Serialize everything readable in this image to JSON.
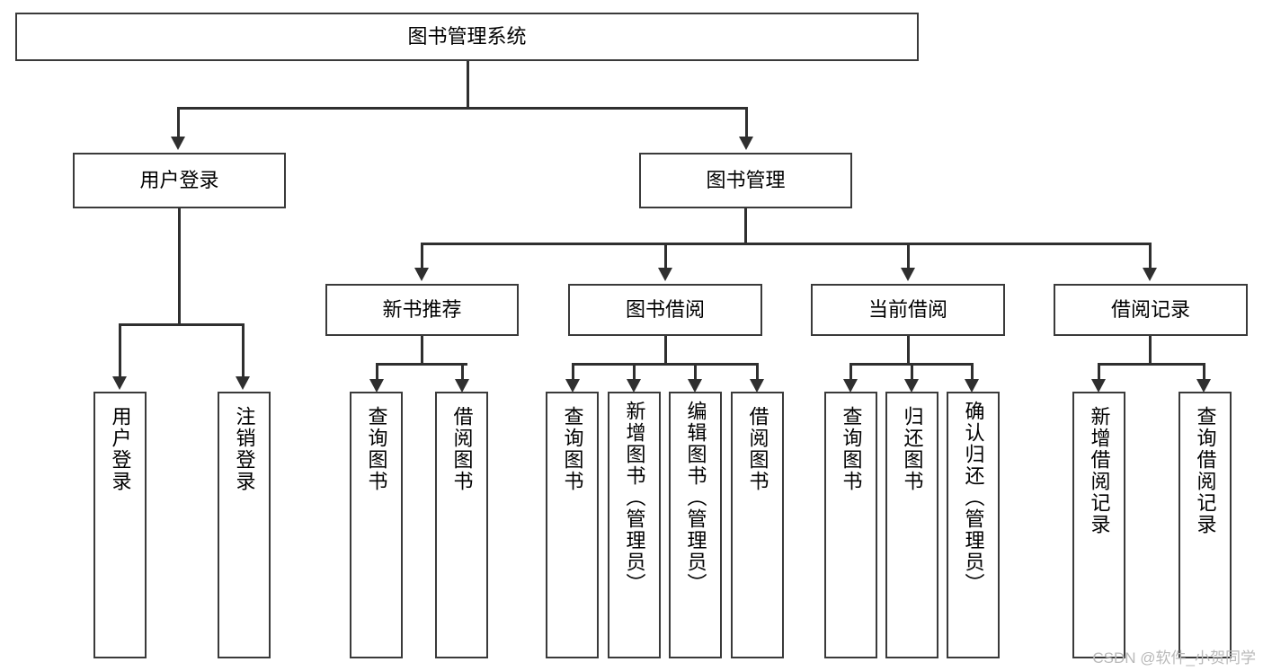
{
  "diagram": {
    "type": "tree-hierarchy-chart",
    "title": "图书管理系统",
    "watermark": "CSDN @软件_小贺同学",
    "line_color": "#2f2f2f",
    "box_border_color": "#3a3a3a",
    "box_fill_color": "#ffffff",
    "text_color": "#000000",
    "watermark_color": "#b9b9b9"
  },
  "nodes": {
    "root": {
      "label": "图书管理系统"
    },
    "level2": [
      {
        "label": "用户登录"
      },
      {
        "label": "图书管理"
      }
    ],
    "level3": [
      {
        "label": "新书推荐"
      },
      {
        "label": "图书借阅"
      },
      {
        "label": "当前借阅"
      },
      {
        "label": "借阅记录"
      }
    ],
    "leaves": {
      "user_login": [
        {
          "label": "用户登录"
        },
        {
          "label": "注销登录"
        }
      ],
      "new_book_recommend": [
        {
          "label": "查询图书"
        },
        {
          "label": "借阅图书"
        }
      ],
      "book_borrow": [
        {
          "label": "查询图书"
        },
        {
          "label": "新增图书（管理员）"
        },
        {
          "label": "编辑图书（管理员）"
        },
        {
          "label": "借阅图书"
        }
      ],
      "current_borrow": [
        {
          "label": "查询图书"
        },
        {
          "label": "归还图书"
        },
        {
          "label": "确认归还（管理员）"
        }
      ],
      "borrow_record": [
        {
          "label": "新增借阅记录"
        },
        {
          "label": "查询借阅记录"
        }
      ]
    }
  }
}
